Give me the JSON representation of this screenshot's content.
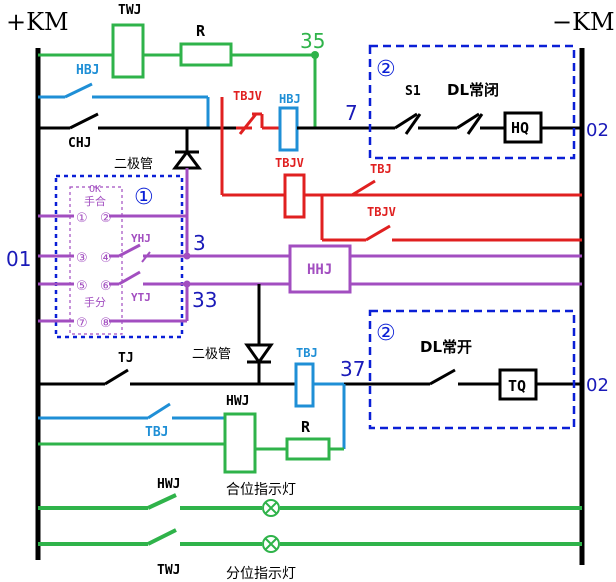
{
  "bus": {
    "positive": "+KM",
    "negative": "−KM"
  },
  "colors": {
    "green": "#2fb34a",
    "blue": "#1f8fd6",
    "red": "#e02020",
    "purple": "#a24ec0",
    "black": "#000000",
    "dash": "#0a1fd6",
    "navy": "#1a1ab8"
  },
  "labels": {
    "twj_top": "TWJ",
    "r_top": "R",
    "n35": "35",
    "hbj_left": "HBJ",
    "chj": "CHJ",
    "tbjv_top": "TBJV",
    "hbj_mid": "HBJ",
    "n7": "7",
    "s1": "S1",
    "dl_nc": "DL常闭",
    "hq": "HQ",
    "n02_top": "02",
    "diode_top": "二极管",
    "tbjv_mid": "TBJV",
    "tbj_r": "TBJ",
    "tbjv_r": "TBJV",
    "n01": "01",
    "ok": "OK",
    "he_hand": "手合",
    "c1": "①",
    "c2": "②",
    "c3": "③",
    "c4": "④",
    "c5": "⑤",
    "c6": "⑥",
    "c7": "⑦",
    "c8": "⑧",
    "yhj": "YHJ",
    "ytj": "YTJ",
    "fen_hand": "手分",
    "n3": "3",
    "n33": "33",
    "hhj": "HHJ",
    "diode_bot": "二极管",
    "tbj_bot": "TBJ",
    "n37": "37",
    "dl_no": "DL常开",
    "tq": "TQ",
    "n02_bot": "02",
    "tj": "TJ",
    "tbj_left": "TBJ",
    "hwj_mid": "HWJ",
    "r_bot": "R",
    "hwj_bot": "HWJ",
    "lamp_on": "合位指示灯",
    "twj_bot": "TWJ",
    "lamp_off": "分位指示灯",
    "circle1": "①",
    "circle2a": "②",
    "circle2b": "②"
  }
}
